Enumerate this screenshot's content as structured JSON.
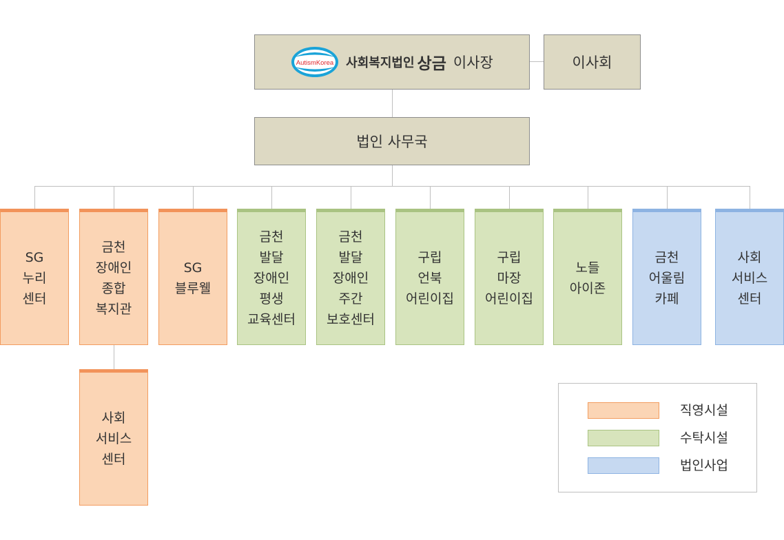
{
  "chairman": {
    "logo_text": "AutismKorea",
    "org": "사회복지법인",
    "name": "상금",
    "title": "이사장"
  },
  "board": "이사회",
  "office": "법인 사무국",
  "units": [
    {
      "label": "SG\n누리\n센터",
      "category": "직영시설"
    },
    {
      "label": "금천\n장애인\n종합\n복지관",
      "category": "직영시설"
    },
    {
      "label": "SG\n블루웰",
      "category": "직영시설"
    },
    {
      "label": "금천\n발달\n장애인\n평생\n교육센터",
      "category": "수탁시설"
    },
    {
      "label": "금천\n발달\n장애인\n주간\n보호센터",
      "category": "수탁시설"
    },
    {
      "label": "구립\n언북\n어린이집",
      "category": "수탁시설"
    },
    {
      "label": "구립\n마장\n어린이집",
      "category": "수탁시설"
    },
    {
      "label": "노들\n아이존",
      "category": "수탁시설"
    },
    {
      "label": "금천\n어울림\n카페",
      "category": "법인사업"
    },
    {
      "label": "사회\n서비스\n센터",
      "category": "법인사업"
    }
  ],
  "sub_unit": {
    "label": "사회\n서비스\n센터",
    "category": "직영시설"
  },
  "legend": [
    {
      "label": "직영시설",
      "color": "#fbd5b5"
    },
    {
      "label": "수탁시설",
      "color": "#d7e4bc"
    },
    {
      "label": "법인사업",
      "color": "#c6d9f1"
    }
  ],
  "colors": {
    "top_box": "#ddd9c3",
    "direct": "#fbd5b5",
    "entrusted": "#d7e4bc",
    "corporate": "#c6d9f1",
    "line": "#bfbfbf"
  }
}
